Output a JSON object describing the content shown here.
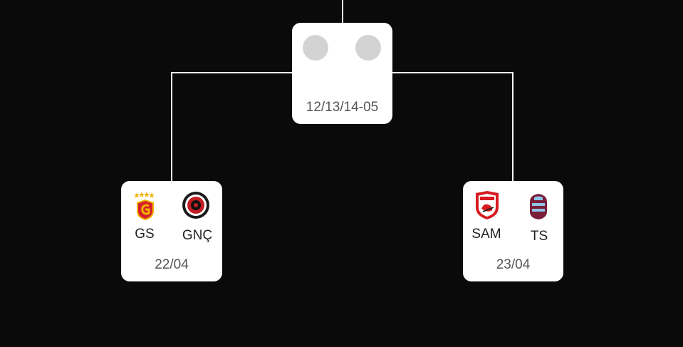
{
  "bracket": {
    "final": {
      "date": "12/13/14-05"
    },
    "semifinal_left": {
      "home": {
        "abbr": "GS",
        "logo": "galatasaray-crest"
      },
      "away": {
        "abbr": "GNÇ",
        "logo": "genclerbirligi-crest"
      },
      "date": "22/04"
    },
    "semifinal_right": {
      "home": {
        "abbr": "SAM",
        "logo": "samsunspor-crest"
      },
      "away": {
        "abbr": "TS",
        "logo": "trabzonspor-crest"
      },
      "date": "23/04"
    }
  },
  "colors": {
    "background": "#0a0a0a",
    "card": "#ffffff",
    "connector": "#ffffff",
    "placeholder": "#d3d3d3",
    "date_text": "#555555"
  }
}
